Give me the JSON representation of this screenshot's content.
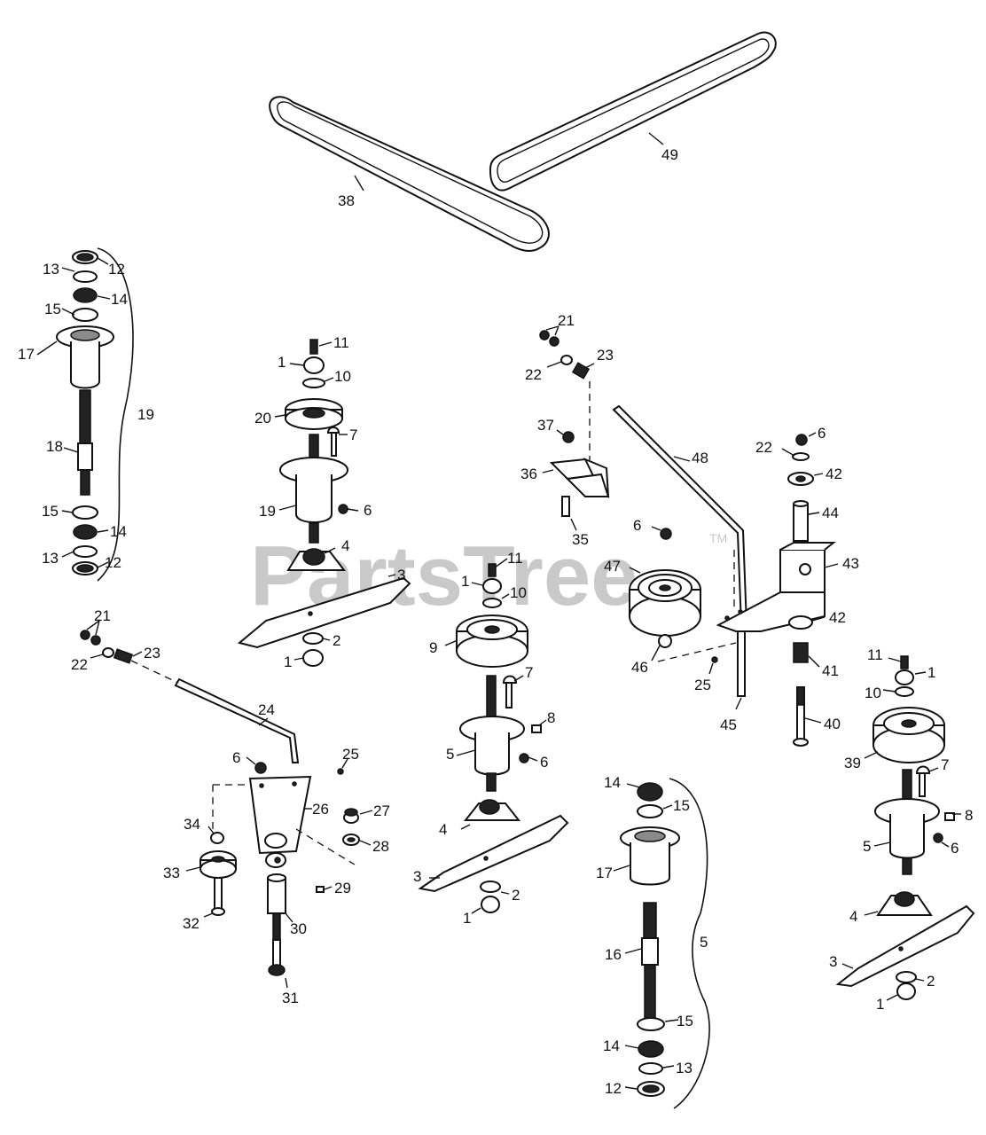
{
  "watermark": {
    "text": "PartsTree",
    "trademark": "TM"
  },
  "callouts": {
    "belt_38": "38",
    "belt_49": "49",
    "l_13a": "13",
    "l_12a": "12",
    "l_14a": "14",
    "l_15a": "15",
    "l_17a": "17",
    "l_19a": "19",
    "l_18": "18",
    "l_15b": "15",
    "l_14b": "14",
    "l_13b": "13",
    "l_12b": "12",
    "l_11a": "11",
    "l_1a": "1",
    "l_10a": "10",
    "l_20": "20",
    "l_7a": "7",
    "l_19b": "19",
    "l_6a": "6",
    "l_4a": "4",
    "l_3a": "3",
    "l_2a": "2",
    "l_1b": "1",
    "l_21a": "21",
    "l_22a": "22",
    "l_23a": "23",
    "l_37": "37",
    "l_36": "36",
    "l_35": "35",
    "l_48": "48",
    "l_22b": "22",
    "l_6b": "6",
    "l_42a": "42",
    "l_44": "44",
    "l_43": "43",
    "l_42b": "42",
    "l_41": "41",
    "l_40": "40",
    "l_6c": "6",
    "l_47": "47",
    "l_46": "46",
    "l_25a": "25",
    "l_45": "45",
    "l_11b": "11",
    "l_1c": "1",
    "l_10b": "10",
    "l_9": "9",
    "l_7b": "7",
    "l_8a": "8",
    "l_5a": "5",
    "l_6d": "6",
    "l_4b": "4",
    "l_3b": "3",
    "l_2b": "2",
    "l_1d": "1",
    "l_21b": "21",
    "l_22c": "22",
    "l_23b": "23",
    "l_24": "24",
    "l_25b": "25",
    "l_6e": "6",
    "l_26": "26",
    "l_27": "27",
    "l_28": "28",
    "l_34": "34",
    "l_33": "33",
    "l_32": "32",
    "l_29": "29",
    "l_30": "30",
    "l_31": "31",
    "l_14c": "14",
    "l_15c": "15",
    "l_17b": "17",
    "l_5b": "5",
    "l_16": "16",
    "l_15d": "15",
    "l_14d": "14",
    "l_13c": "13",
    "l_12c": "12",
    "l_11c": "11",
    "l_1e": "1",
    "l_10c": "10",
    "l_39": "39",
    "l_7c": "7",
    "l_8b": "8",
    "l_5c": "5",
    "l_6f": "6",
    "l_4c": "4",
    "l_3c": "3",
    "l_2c": "2",
    "l_1f": "1"
  }
}
